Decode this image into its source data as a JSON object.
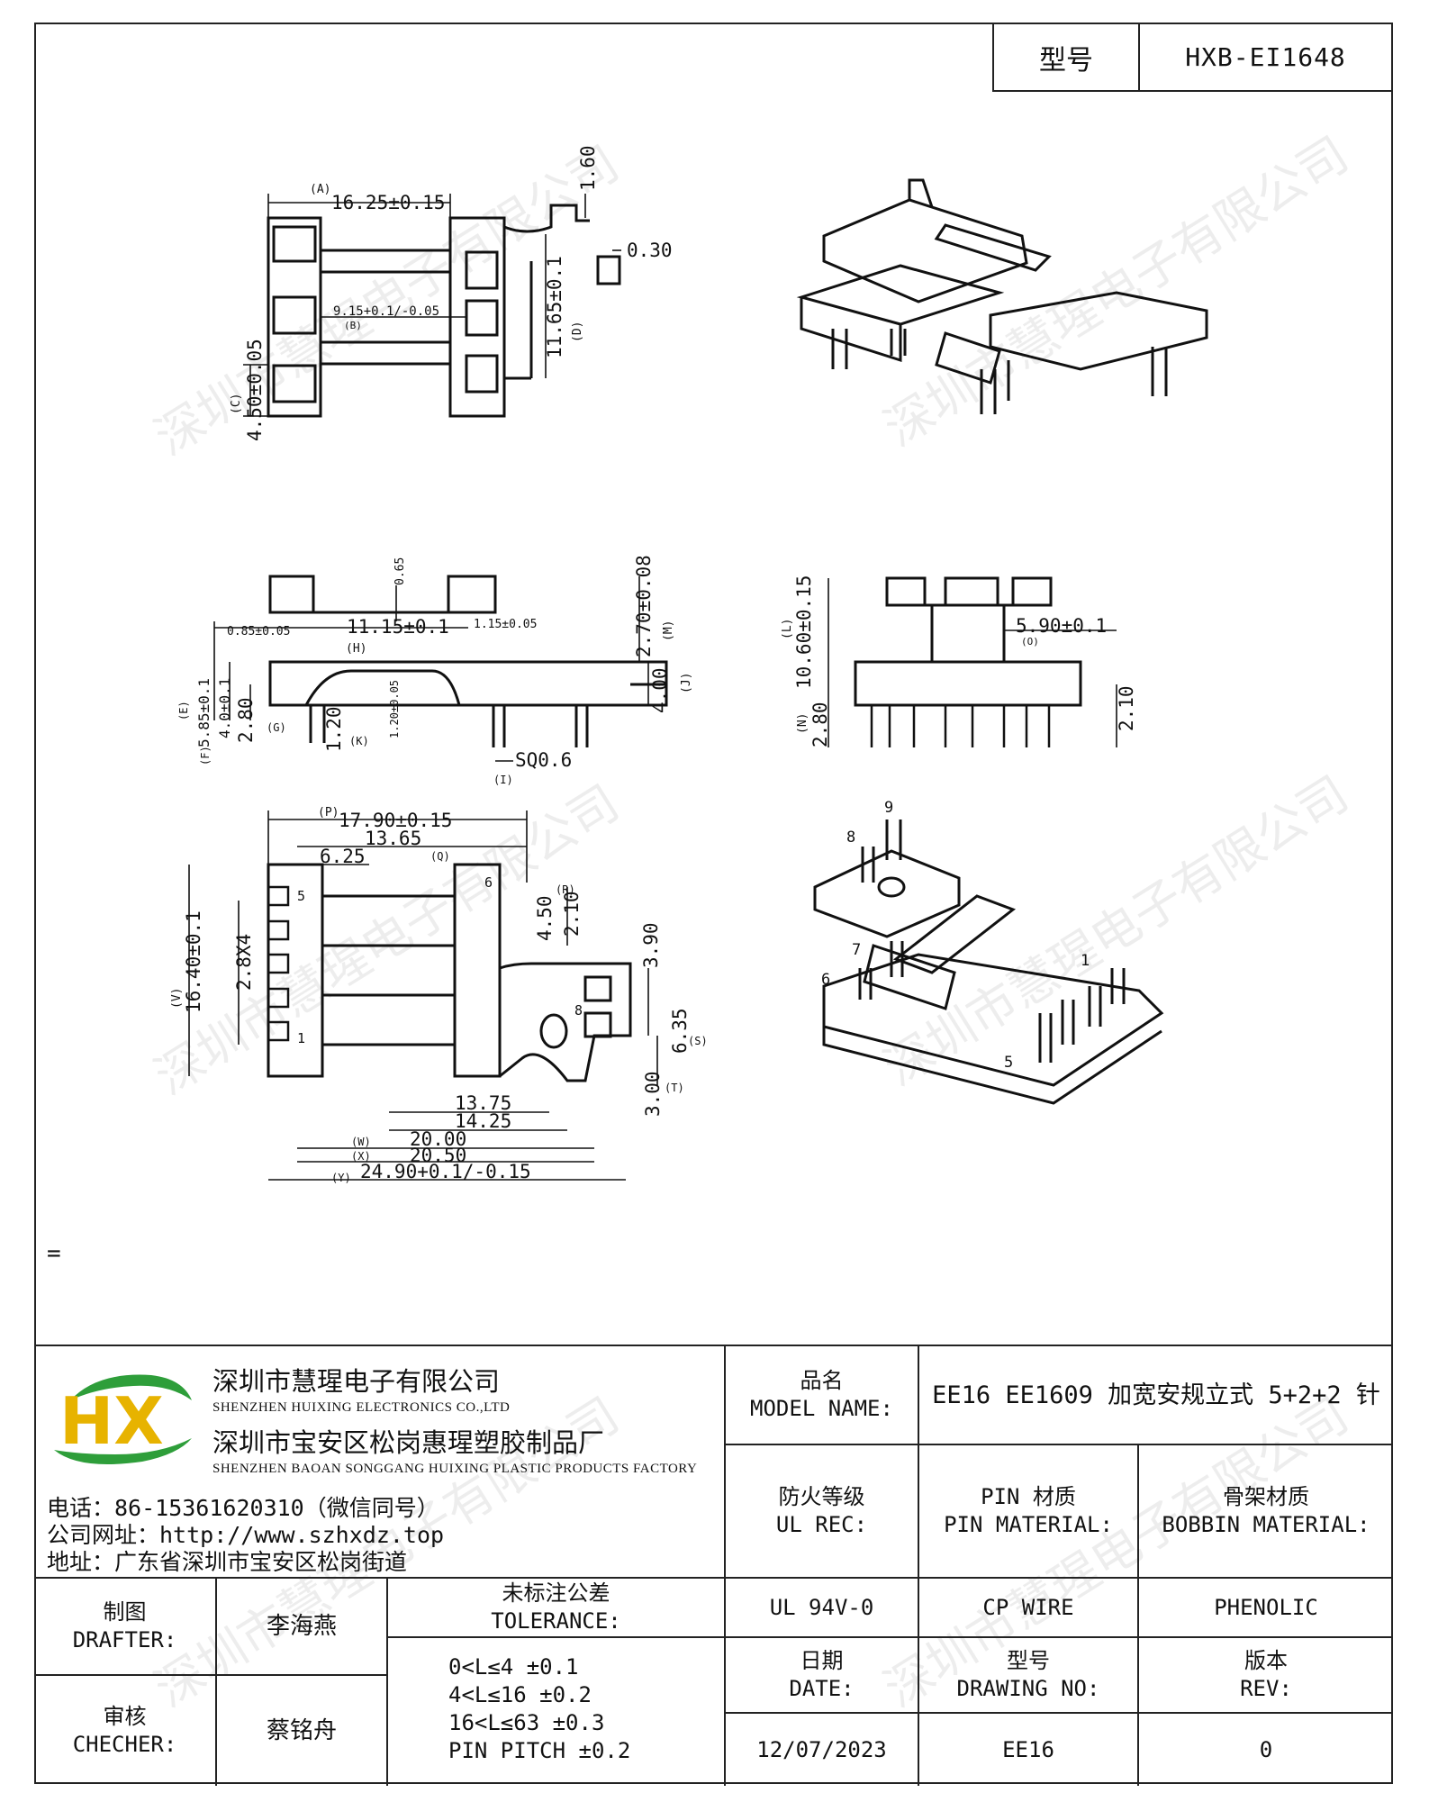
{
  "header": {
    "model_label": "型号",
    "model_value": "HXB-EI1648"
  },
  "watermark": "深圳市慧瑆电子有限公司",
  "note_mark": "=",
  "dimensions": {
    "top_view": {
      "a": "16.25±0.15",
      "a_tag": "(A)",
      "b": "9.15+0.1/-0.05",
      "b_tag": "(B)",
      "c": "4.50±0.05",
      "c_tag": "(C)",
      "d": "11.65±0.1",
      "d_tag": "(D)",
      "pin_len": "1.60",
      "wall": "0.30"
    },
    "front_view": {
      "g65": "0.65",
      "d085": "0.85±0.05",
      "h": "11.15±0.1",
      "h_tag": "(H)",
      "d115": "1.15±0.05",
      "m": "2.70±0.08",
      "m_tag": "(M)",
      "j": "4.00",
      "j_tag": "(J)",
      "e": "5.85±0.1",
      "e_tag": "(E)",
      "f": "4.0±0.1",
      "f_tag": "(F)",
      "g": "2.80",
      "g_tag": "(G)",
      "k": "1.20",
      "k_tag": "(K)",
      "d120": "1.20±0.05",
      "sq": "SQ0.6",
      "i_tag": "(I)"
    },
    "side_view": {
      "l": "10.60±0.15",
      "l_tag": "(L)",
      "n": "2.80",
      "n_tag": "(N)",
      "o": "5.90±0.1",
      "o_tag": "(O)",
      "d210": "2.10"
    },
    "bottom_view": {
      "p": "17.90±0.15",
      "p_tag": "(P)",
      "q": "13.65",
      "q_tag": "(Q)",
      "d625": "6.25",
      "v": "16.40±0.1",
      "v_tag": "(V)",
      "pitch": "2.8X4",
      "r": "4.50",
      "r_tag": "(R)",
      "d210b": "2.10",
      "d390": "3.90",
      "s": "6.35",
      "s_tag": "(S)",
      "t": "3.00",
      "t_tag": "(T)",
      "d1375": "13.75",
      "d1425": "14.25",
      "w": "20.00",
      "w_tag": "(W)",
      "x": "20.50",
      "x_tag": "(X)",
      "y": "24.90+0.1/-0.15",
      "y_tag": "(Y)",
      "pins_left": [
        "5",
        "1"
      ],
      "pins_right": [
        "6",
        "8"
      ]
    },
    "iso_pins": {
      "p9": "9",
      "p8": "8",
      "p7": "7",
      "p6": "6",
      "p1": "1",
      "p5": "5"
    }
  },
  "company": {
    "name_cn": "深圳市慧瑆电子有限公司",
    "name_en": "SHENZHEN HUIXING ELECTRONICS CO.,LTD",
    "factory_cn": "深圳市宝安区松岗惠瑆塑胶制品厂",
    "factory_en": "SHENZHEN BAOAN SONGGANG HUIXING PLASTIC PRODUCTS FACTORY",
    "phone": "电话：86-15361620310（微信同号）",
    "website": "公司网址：http://www.szhxdz.top",
    "address": "地址：广东省深圳市宝安区松岗街道",
    "logo_text": "HX"
  },
  "titleblock": {
    "model_name_cn": "品名",
    "model_name_en": "MODEL NAME:",
    "model_name_value": "EE16 EE1609 加宽安规立式 5+2+2 针",
    "fire_cn": "防火等级",
    "fire_en": "UL REC:",
    "pin_cn": "PIN 材质",
    "pin_en": "PIN MATERIAL:",
    "bobbin_cn": "骨架材质",
    "bobbin_en": "BOBBIN MATERIAL:",
    "fire_value": "UL 94V-0",
    "pin_value": "CP WIRE",
    "bobbin_value": "PHENOLIC",
    "drafter_cn": "制图",
    "drafter_en": "DRAFTER:",
    "drafter_name": "李海燕",
    "checker_cn": "审核",
    "checker_en": "CHECHER:",
    "checker_name": "蔡铭舟",
    "tol_cn": "未标注公差",
    "tol_en": "TOLERANCE:",
    "tol_1": "0<L≤4  ±0.1",
    "tol_2": "4<L≤16 ±0.2",
    "tol_3": "16<L≤63 ±0.3",
    "tol_4": "PIN PITCH ±0.2",
    "date_cn": "日期",
    "date_en": "DATE:",
    "drawing_cn": "型号",
    "drawing_en": "DRAWING NO:",
    "rev_cn": "版本",
    "rev_en": "REV:",
    "date_value": "12/07/2023",
    "drawing_value": "EE16",
    "rev_value": "0"
  }
}
